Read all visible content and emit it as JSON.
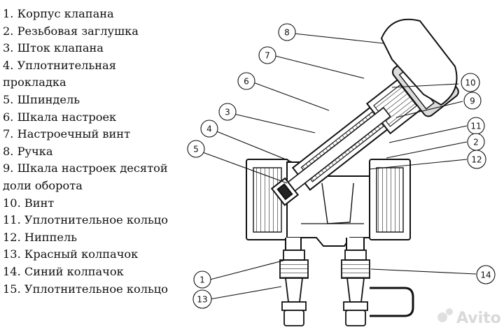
{
  "legend": [
    "1. Корпус клапана",
    "2. Резьбовая заглушка",
    "3. Шток клапана",
    "4. Уплотнительная прокладка",
    "5. Шпиндель",
    "6. Шкала настроек",
    "7. Настроечный винт",
    "8. Ручка",
    "9. Шкала настроек десятой доли оборота",
    "10. Винт",
    "11. Уплотнительное кольцо",
    "12. Ниппель",
    "13. Красный колпачок",
    "14. Синий колпачок",
    "15. Уплотнительное кольцо"
  ],
  "callouts": [
    "1",
    "2",
    "3",
    "4",
    "5",
    "6",
    "7",
    "8",
    "9",
    "10",
    "11",
    "12",
    "13",
    "14"
  ],
  "watermark": "Avito"
}
